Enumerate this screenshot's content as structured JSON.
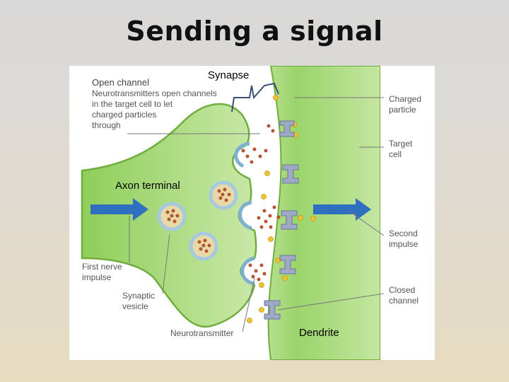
{
  "slide": {
    "title": "Sending a signal"
  },
  "diagram": {
    "overlay_labels": {
      "synapse": "Synapse",
      "axon_terminal": "Axon terminal",
      "dendrite": "Dendrite"
    },
    "callouts": {
      "open_channel_title": "Open channel",
      "open_channel_text": "Neurotransmitters open channels\nin the target cell to let\ncharged particles\nthrough",
      "first_nerve_impulse": "First nerve\nimpulse",
      "synaptic_vesicle": "Synaptic\nvesicle",
      "neurotransmitter": "Neurotransmitter",
      "charged_particle": "Charged\nparticle",
      "target_cell": "Target\ncell",
      "second_impulse": "Second\nimpulse",
      "closed_channel": "Closed\nchannel"
    },
    "colors": {
      "cell_green": "#8fce5a",
      "cell_light": "#c9e8a8",
      "arrow_blue": "#2f6fc0",
      "vesicle_blue": "#a7c9dd",
      "neurotransmitter_brown": "#b5552f",
      "particle_yellow": "#f1c232",
      "channel_protein": "#9fa9c6"
    }
  }
}
